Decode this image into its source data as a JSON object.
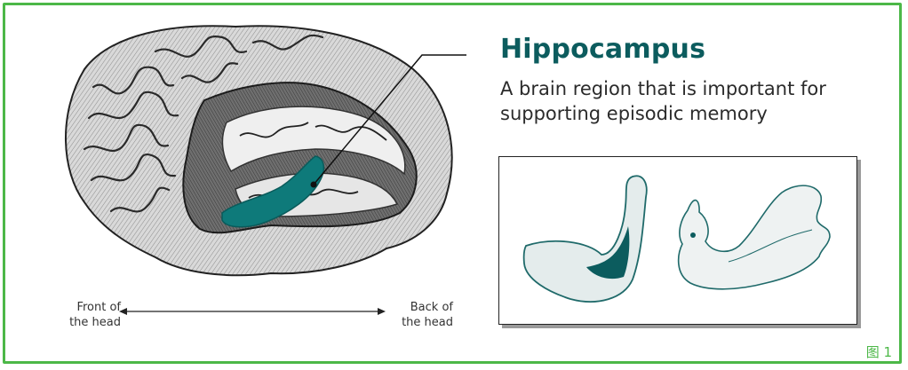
{
  "title": "Hippocampus",
  "subtitle": "A brain region that is important for supporting episodic memory",
  "axis": {
    "front": "Front of the head",
    "back": "Back of the head"
  },
  "figure_label": "图 1",
  "colors": {
    "frame": "#4cb848",
    "title": "#0c5c5e",
    "hippocampus": "#0e7a7a",
    "inset_fill": "#e4ecec"
  }
}
